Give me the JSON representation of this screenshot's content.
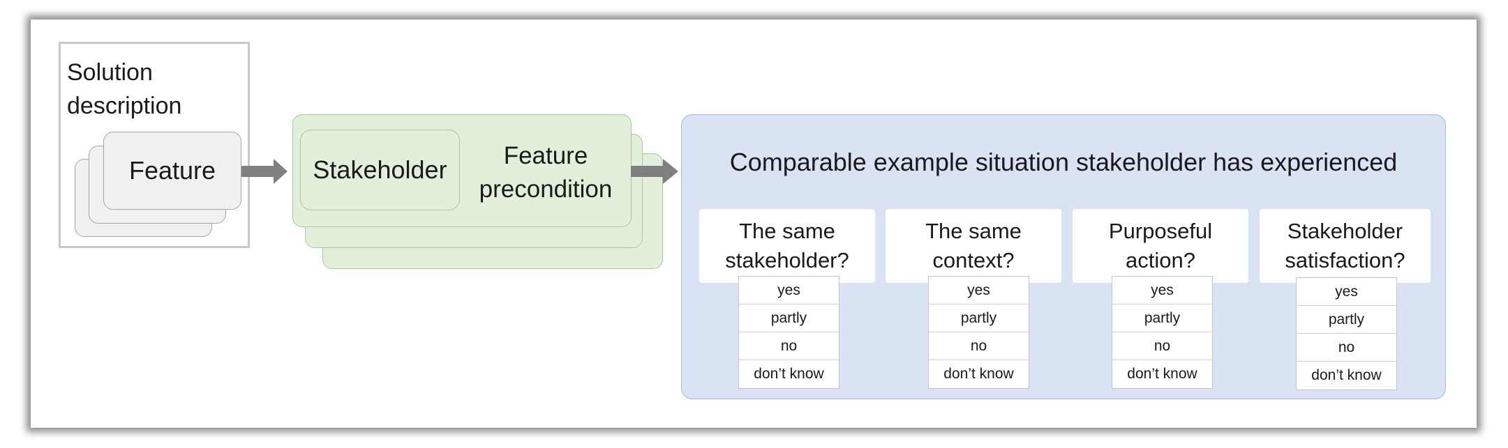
{
  "solution": {
    "title_line1": "Solution",
    "title_line2": "description",
    "feature_label": "Feature"
  },
  "stakeholder_block": {
    "stakeholder_label": "Stakeholder",
    "precondition_line1": "Feature",
    "precondition_line2": "precondition"
  },
  "panel": {
    "title": "Comparable example situation stakeholder has experienced",
    "questions": [
      {
        "line1": "The same",
        "line2": "stakeholder?",
        "options": [
          "yes",
          "partly",
          "no",
          "don’t know"
        ]
      },
      {
        "line1": "The same",
        "line2": "context?",
        "options": [
          "yes",
          "partly",
          "no",
          "don’t know"
        ]
      },
      {
        "line1": "Purposeful",
        "line2": "action?",
        "options": [
          "yes",
          "partly",
          "no",
          "don’t know"
        ]
      },
      {
        "line1": "Stakeholder",
        "line2": "satisfaction?",
        "options": [
          "yes",
          "partly",
          "no",
          "don’t know"
        ]
      }
    ]
  },
  "colors": {
    "feature_fill": "#f0f0f0",
    "stakeholder_fill": "#e2efda",
    "panel_fill": "#dae3f3",
    "arrow": "#7f7f7f"
  }
}
